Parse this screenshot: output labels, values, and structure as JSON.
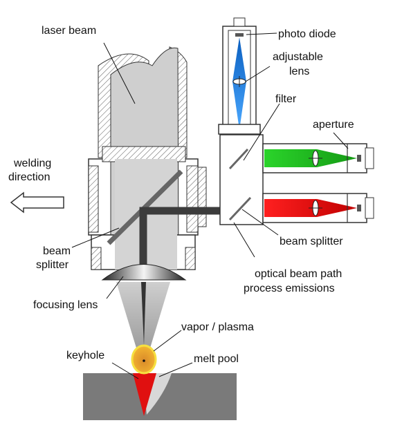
{
  "labels": {
    "laser_beam": "laser beam",
    "photo_diode": "photo diode",
    "adjustable_lens_1": "adjustable",
    "adjustable_lens_2": "lens",
    "filter": "filter",
    "aperture": "aperture",
    "welding_direction_1": "welding",
    "welding_direction_2": "direction",
    "beam_splitter_left_1": "beam",
    "beam_splitter_left_2": "splitter",
    "beam_splitter_right": "beam splitter",
    "optical_path_1": "optical beam path",
    "optical_path_2": "process emissions",
    "focusing_lens": "focusing lens",
    "vapor_plasma": "vapor / plasma",
    "keyhole": "keyhole",
    "melt_pool": "melt pool"
  },
  "colors": {
    "blue_channel": "#1e7ee6",
    "green_channel": "#33cc33",
    "red_channel": "#e01010",
    "plasma": "#f0b030",
    "keyhole": "#e01010",
    "workpiece": "#7a7a7a",
    "laser_beam": "#c8c8c8",
    "emission_path": "#3c3c3c"
  }
}
